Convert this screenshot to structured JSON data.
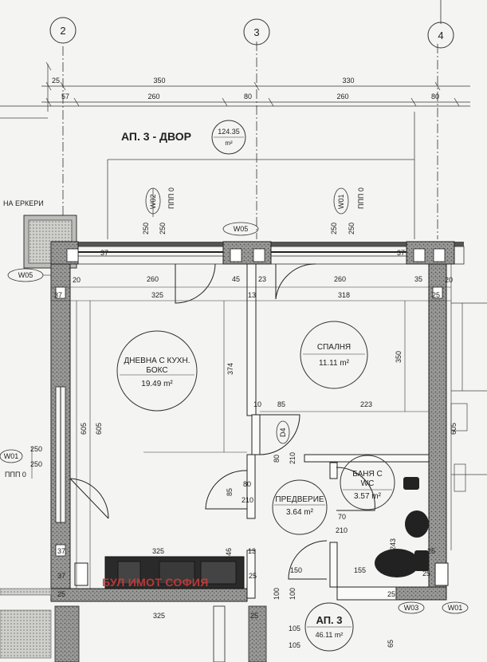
{
  "axes": [
    "2",
    "3",
    "4"
  ],
  "top_dims_row1": [
    "25",
    "350",
    "330"
  ],
  "top_dims_row2": [
    "57",
    "260",
    "80",
    "260",
    "80"
  ],
  "plan_title": "АП. 3 - ДВОР",
  "plan_area": "124.35",
  "plan_area_unit": "m²",
  "erkeri_label": "НА ЕРКЕРИ",
  "window_tags": {
    "w02": "W02",
    "w02_ppp": "ППП 0",
    "w01": "W01",
    "w01_ppp": "ППП 0",
    "w05_top": "W05",
    "w05_left": "W05",
    "w01_left": "W01",
    "w01_left_ppp": "ППП 0",
    "w03": "W03",
    "w01_bottom": "W01",
    "d4": "D4"
  },
  "rooms": [
    {
      "name_line1": "ДНЕВНА С КУХН.",
      "name_line2": "БОКС",
      "area": "19.49 m²"
    },
    {
      "name_line1": "СПАЛНЯ",
      "name_line2": "",
      "area": "11.11 m²"
    },
    {
      "name_line1": "ПРЕДВЕРИЕ",
      "name_line2": "",
      "area": "3.64 m²"
    },
    {
      "name_line1": "БАНЯ С",
      "name_line2": "WC",
      "area": "3.57 m²"
    }
  ],
  "apartment_tag": {
    "label": "АП. 3",
    "area": "46.11 m²"
  },
  "dims": {
    "d250a": "250",
    "d250b": "250",
    "d250c": "250",
    "d250d": "250",
    "d37a": "37",
    "d37b": "37",
    "d37c": "37",
    "d37d": "37",
    "d37e": "37",
    "d20a": "20",
    "d20b": "20",
    "d260a": "260",
    "d45": "45",
    "d23": "23",
    "d260b": "260",
    "d35": "35",
    "d325a": "325",
    "d13a": "13",
    "d318": "318",
    "d25a": "25",
    "d374": "374",
    "d350": "350",
    "d10": "10",
    "d85a": "85",
    "d223": "223",
    "d605a": "605",
    "d605b": "605",
    "d605c": "605",
    "d80a": "80",
    "d210a": "210",
    "d85b": "85",
    "d80b": "80",
    "d210b": "210",
    "d70": "70",
    "d210c": "210",
    "d243": "243",
    "d325b": "325",
    "d146": "146",
    "d13b": "13",
    "d150": "150",
    "d155": "155",
    "d100a": "100",
    "d100b": "100",
    "d25b": "25",
    "d25c": "25",
    "d25d": "25",
    "d25e": "25",
    "d25f": "25",
    "d325c": "325",
    "d105a": "105",
    "d105b": "105",
    "d65": "65",
    "d25g": "25"
  },
  "watermark": "БУЛ ИМОТ СОФИЯ"
}
